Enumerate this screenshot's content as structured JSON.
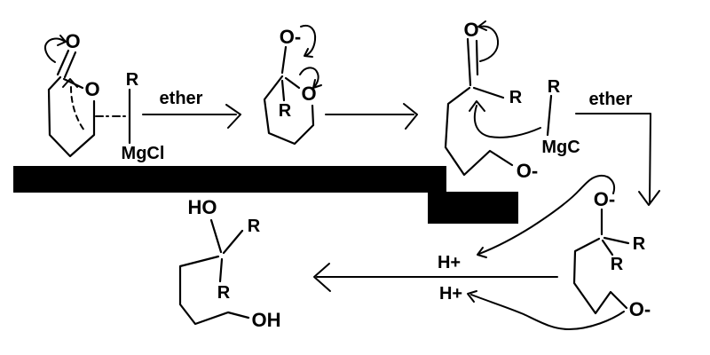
{
  "colors": {
    "ink": "#000000",
    "background": "#ffffff",
    "redaction_bar": "#000000"
  },
  "labels": {
    "lactone": {
      "carbonyl_oxygen": "O",
      "ring_oxygen": "O"
    },
    "grignard_reagent_1": {
      "r_group": "R",
      "metal": "MgCl"
    },
    "step_1_arrow": {
      "solvent": "ether"
    },
    "cyclic_alkoxide": {
      "alkoxide_oxygen": "O-",
      "ring_oxygen": "O",
      "r_group": "R"
    },
    "ring_opened_ketone": {
      "carbonyl_oxygen": "O",
      "r_group": "R",
      "alkoxide_oxygen": "O-"
    },
    "grignard_reagent_2": {
      "r_group": "R",
      "metal": "MgC"
    },
    "step_3_arrow": {
      "solvent": "ether"
    },
    "dialkoxide": {
      "top_alkoxide": "O-",
      "r_group_1": "R",
      "r_group_2": "R",
      "bottom_alkoxide": "O-"
    },
    "protonation": {
      "h_plus_upper": "H+",
      "h_plus_lower": "H+"
    },
    "diol_product": {
      "hydroxyl_top": "HO",
      "r_group_1": "R",
      "r_group_2": "R",
      "hydroxyl_bottom": "OH"
    }
  }
}
